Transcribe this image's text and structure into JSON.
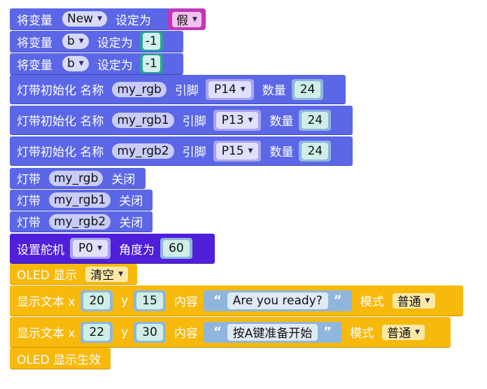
{
  "blocks": {
    "set_new": {
      "label": "将变量",
      "var": "New",
      "set_label": "设定为",
      "value": "假"
    },
    "set_b1": {
      "label": "将变量",
      "var": "b",
      "set_label": "设定为",
      "value": "-1"
    },
    "set_b2": {
      "label": "将变量",
      "var": "b",
      "set_label": "设定为",
      "value": "-1"
    },
    "strip1": {
      "label": "灯带初始化 名称",
      "name": "my_rgb",
      "pin_label": "引脚",
      "pin": "P14",
      "count_label": "数量",
      "count": "24"
    },
    "strip2": {
      "label": "灯带初始化 名称",
      "name": "my_rgb1",
      "pin_label": "引脚",
      "pin": "P13",
      "count_label": "数量",
      "count": "24"
    },
    "strip3": {
      "label": "灯带初始化 名称",
      "name": "my_rgb2",
      "pin_label": "引脚",
      "pin": "P15",
      "count_label": "数量",
      "count": "24"
    },
    "off1": {
      "label": "灯带",
      "name": "my_rgb",
      "action": "关闭"
    },
    "off2": {
      "label": "灯带",
      "name": "my_rgb1",
      "action": "关闭"
    },
    "off3": {
      "label": "灯带",
      "name": "my_rgb2",
      "action": "关闭"
    },
    "servo": {
      "label": "设置舵机",
      "pin": "P0",
      "angle_label": "角度为",
      "angle": "60"
    },
    "oled_clear": {
      "label": "OLED 显示",
      "option": "清空"
    },
    "text1": {
      "label": "显示文本 x",
      "x": "20",
      "y_label": "y",
      "y": "15",
      "content_label": "内容",
      "content": "Are you ready?",
      "mode_label": "模式",
      "mode": "普通"
    },
    "text2": {
      "label": "显示文本 x",
      "x": "22",
      "y_label": "y",
      "y": "30",
      "content_label": "内容",
      "content": "按A键准备开始",
      "mode_label": "模式",
      "mode": "普通"
    },
    "oled_show": {
      "label": "OLED 显示生效"
    }
  },
  "colors": {
    "variable": "#5b67e6",
    "servo": "#4f1fd9",
    "oled": "#f7b90c",
    "logic": "#c236b8",
    "math": "#2aa39a"
  },
  "icons": {
    "dropdown": "triangle-down-icon",
    "quote_open": "open-quote-icon",
    "quote_close": "close-quote-icon"
  }
}
